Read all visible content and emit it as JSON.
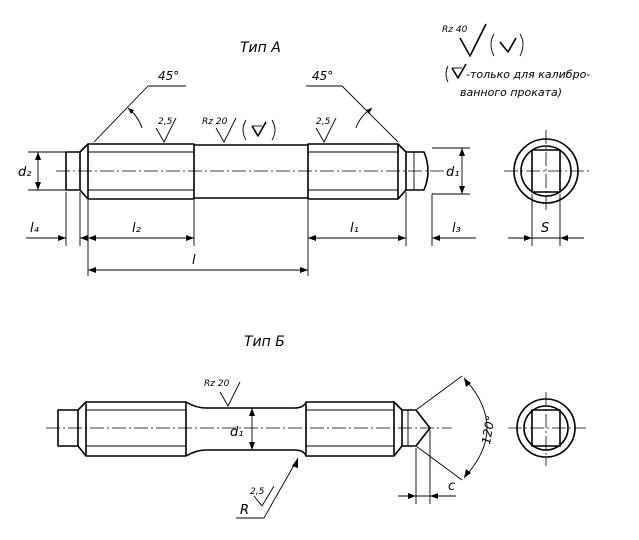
{
  "type_a": {
    "title": "Тип А",
    "roughness_main": "Rz 40",
    "roughness_note_line1": "-только для калибро-",
    "roughness_note_line2": "ванного проката)",
    "chamfer_angle_left": "45°",
    "chamfer_angle_right": "45°",
    "thread_roughness_left": "2,5",
    "thread_roughness_right": "2,5",
    "body_roughness": "Rz 20",
    "dims": {
      "d2": "d₂",
      "d1": "d₁",
      "l4": "l₄",
      "l2": "l₂",
      "l1": "l₁",
      "l3": "l₃",
      "l": "l",
      "s": "S"
    }
  },
  "type_b": {
    "title": "Тип Б",
    "body_roughness": "Rz 20",
    "d1": "d₁",
    "radius_roughness": "2,5",
    "radius": "R",
    "angle": "120°",
    "chamfer": "c"
  }
}
